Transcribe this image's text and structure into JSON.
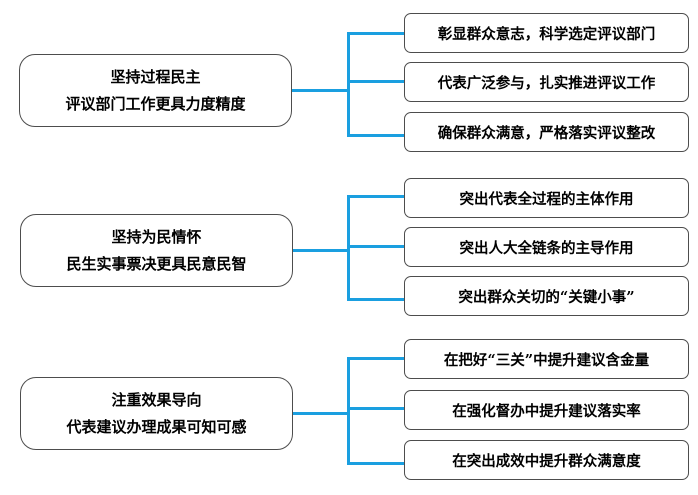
{
  "groups": [
    {
      "main": {
        "line1": "坚持过程民主",
        "line2": "评议部门工作更具力度精度"
      },
      "items": [
        "彰显群众意志，科学选定评议部门",
        "代表广泛参与，扎实推进评议工作",
        "确保群众满意，严格落实评议整改"
      ]
    },
    {
      "main": {
        "line1": "坚持为民情怀",
        "line2": "民生实事票决更具民意民智"
      },
      "items": [
        "突出代表全过程的主体作用",
        "突出人大全链条的主导作用",
        "突出群众关切的“关键小事”"
      ]
    },
    {
      "main": {
        "line1": "注重效果导向",
        "line2": "代表建议办理成果可知可感"
      },
      "items": [
        "在把好“三关”中提升建议含金量",
        "在强化督办中提升建议落实率",
        "在突出成效中提升群众满意度"
      ]
    }
  ],
  "colors": {
    "connector": "#1a9fe0",
    "border": "#4d4d4d"
  }
}
